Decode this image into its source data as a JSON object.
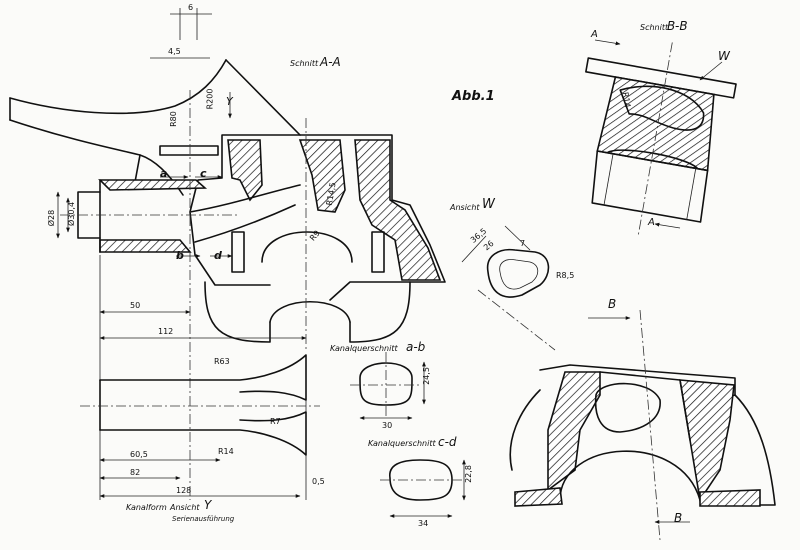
{
  "figure_label": "Abb.1",
  "sections": {
    "a_a_prefix": "Schnitt",
    "a_a_name": "A-A",
    "b_b_prefix": "Schnitt",
    "b_b_name": "B-B",
    "w_view_prefix": "Ansicht",
    "w_view_name": "W",
    "channel_ab_prefix": "Kanalquerschnitt",
    "channel_ab_name": "a-b",
    "channel_cd_prefix": "Kanalquerschnitt",
    "channel_cd_name": "c-d",
    "channel_form_prefix": "Kanalform",
    "channel_form_view": "Ansicht",
    "channel_form_name": "Y",
    "series_note": "Serienausführung"
  },
  "section_markers": {
    "a": "A",
    "b": "B",
    "w": "W",
    "y": "Y",
    "pa": "a",
    "pb": "b",
    "pc": "c",
    "pd": "d"
  },
  "dimensions": {
    "d6": "6",
    "d4_5": "4,5",
    "r200": "R200",
    "r80": "R80",
    "d28": "Ø28",
    "d30_4": "Ø30,4",
    "d50": "50",
    "d112": "112",
    "r63": "R63",
    "r7": "R7",
    "r14": "R14",
    "d60_5": "60,5",
    "d82": "82",
    "d128": "128",
    "d0_5": "0,5",
    "r9": "R9",
    "r14_5": "R14,5",
    "w36_5": "36,5",
    "w26": "26",
    "w7": "7",
    "w_r8_5": "R8,5",
    "ab_24_5": "24,5",
    "ab_30": "30",
    "cd_22_8": "22,8",
    "cd_34": "34"
  }
}
